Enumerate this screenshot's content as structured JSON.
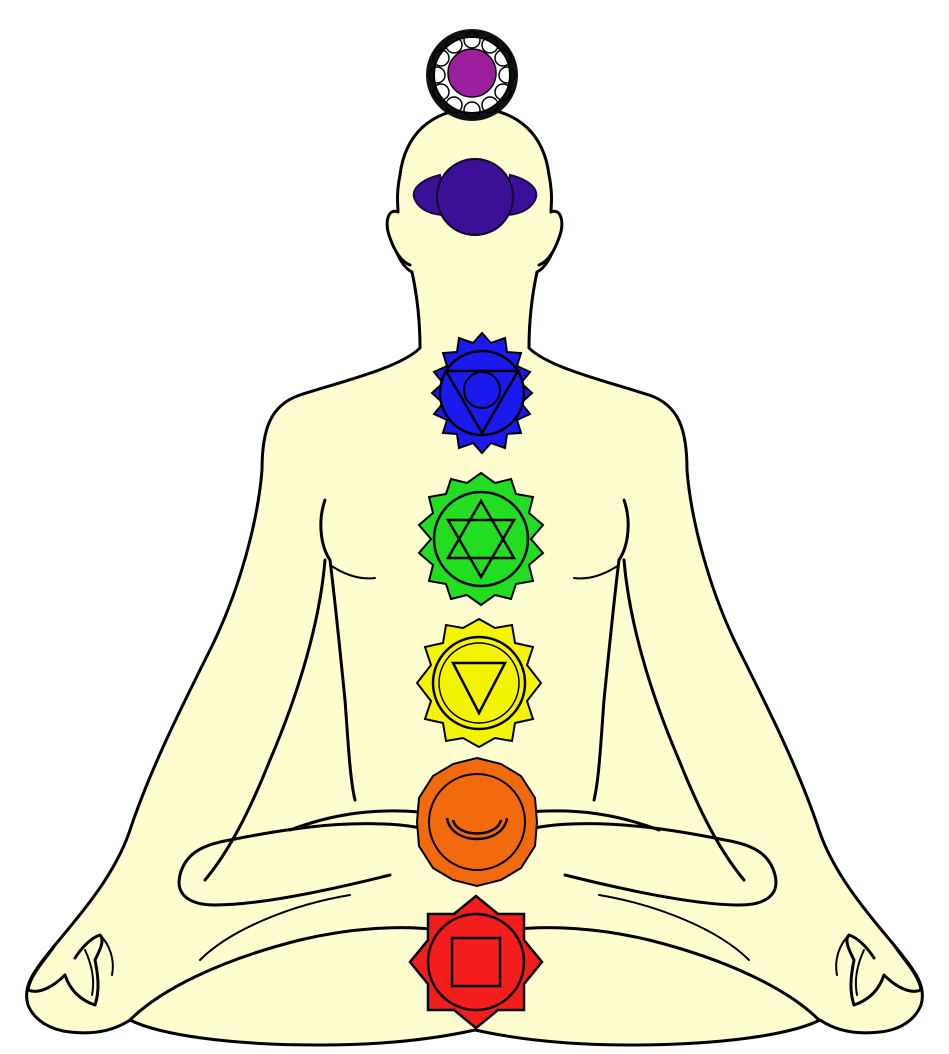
{
  "figure": {
    "background": "#ffffff",
    "body_fill": "#fdfdd0",
    "outline": "#000000"
  },
  "chakras": [
    {
      "name": "crown",
      "color": "#9b1f9c",
      "symbol": "lotus-ring"
    },
    {
      "name": "third-eye",
      "color": "#3b0f96",
      "symbol": "circle-with-petals"
    },
    {
      "name": "throat",
      "color": "#1a1aee",
      "symbol": "inverted-triangle-circle"
    },
    {
      "name": "heart",
      "color": "#22dd22",
      "symbol": "hexagram"
    },
    {
      "name": "solar-plexus",
      "color": "#f4f400",
      "symbol": "inverted-triangle"
    },
    {
      "name": "sacral",
      "color": "#f26a0e",
      "symbol": "crescent"
    },
    {
      "name": "root",
      "color": "#f41d1d",
      "symbol": "square"
    }
  ]
}
